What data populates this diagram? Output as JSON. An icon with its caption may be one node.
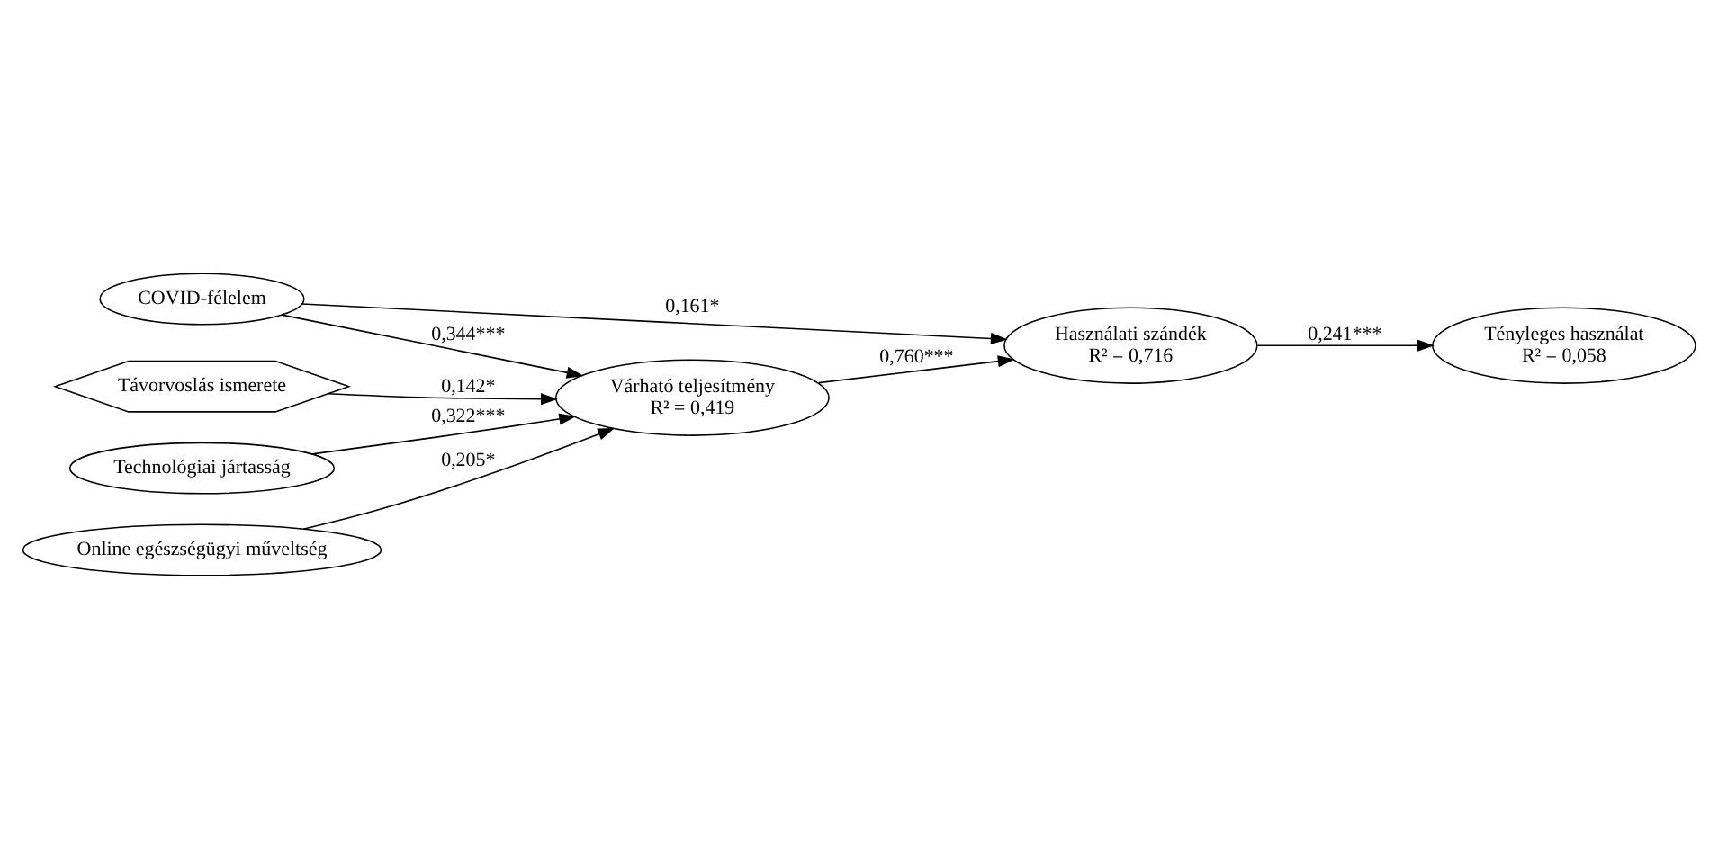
{
  "diagram": {
    "nodes": [
      {
        "text": [
          "COVID-félelem"
        ]
      },
      {
        "text": [
          "Távorvoslás ismerete"
        ]
      },
      {
        "text": [
          "Technológiai jártasság"
        ]
      },
      {
        "text": [
          "Online egészségügyi műveltség"
        ]
      },
      {
        "text": [
          "Várható teljesítmény",
          "R² = 0,419"
        ]
      },
      {
        "text": [
          "Használati szándék",
          "R² = 0,716"
        ]
      },
      {
        "text": [
          "Tényleges használat",
          "R² = 0,058"
        ]
      }
    ],
    "edges": [
      {
        "from": 0,
        "to": 5,
        "arrow": "to",
        "label": "0,161*"
      },
      {
        "from": 0,
        "to": 4,
        "arrow": "to",
        "label": "0,344***"
      },
      {
        "from": 1,
        "to": 4,
        "arrow": "to",
        "label": "0,142*"
      },
      {
        "from": 2,
        "to": 4,
        "arrow": "to",
        "label": "0,322***"
      },
      {
        "from": 3,
        "to": 4,
        "arrow": "to",
        "label": "0,205*"
      },
      {
        "from": 4,
        "to": 5,
        "arrow": "to",
        "label": "0,760***"
      },
      {
        "from": 5,
        "to": 6,
        "arrow": "to",
        "label": "0,241***"
      }
    ]
  }
}
